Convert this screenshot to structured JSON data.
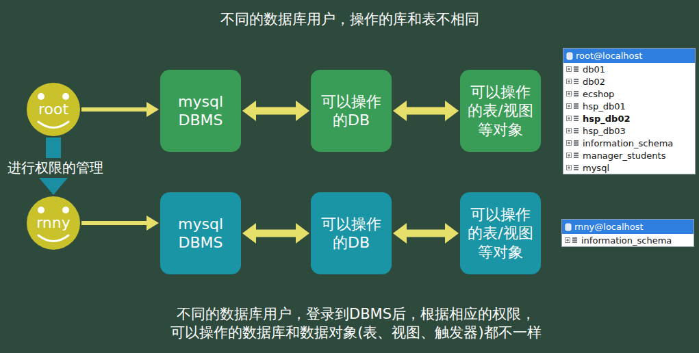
{
  "diagram": {
    "title": "不同的数据库用户，操作的库和表不相同",
    "caption": "不同的数据库用户，登录到DBMS后，根据相应的权限， 可以操作的数据库和数据对象(表、视图、触发器)都不一样",
    "nodes": [
      {
        "text": [
          "root"
        ]
      },
      {
        "text": [
          "mysql DBMS"
        ]
      },
      {
        "text": [
          "可以操作 的DB"
        ]
      },
      {
        "text": [
          "可以操作 的表/视图 等对象"
        ]
      },
      {
        "text": [
          "root@localhost",
          "db01",
          "db02",
          "ecshop",
          "hsp_db01",
          "hsp_db02",
          "hsp_db03",
          "information_schema",
          "manager_students",
          "mysql"
        ]
      },
      {
        "text": [
          "rnny"
        ]
      },
      {
        "text": [
          "mysql DBMS"
        ]
      },
      {
        "text": [
          "可以操作 的DB"
        ]
      },
      {
        "text": [
          "可以操作 的表/视图 等对象"
        ]
      },
      {
        "text": [
          "rnny@localhost",
          "information_schema"
        ]
      }
    ],
    "edges": [
      {
        "from": 0,
        "to": 1,
        "arrow": "to"
      },
      {
        "from": 1,
        "to": 2,
        "arrow": "both"
      },
      {
        "from": 2,
        "to": 3,
        "arrow": "both"
      },
      {
        "from": 5,
        "to": 6,
        "arrow": "to"
      },
      {
        "from": 6,
        "to": 7,
        "arrow": "both"
      },
      {
        "from": 7,
        "to": 8,
        "arrow": "both"
      },
      {
        "from": 0,
        "to": 5,
        "arrow": "to",
        "label": "进行权限的管理"
      }
    ]
  }
}
